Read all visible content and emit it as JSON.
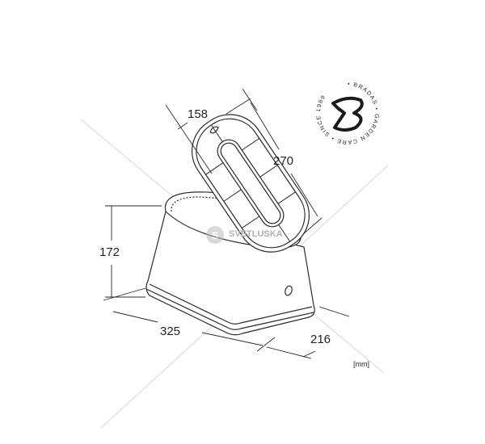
{
  "dimensions": {
    "lid_width": "158",
    "lid_length": "270",
    "height": "172",
    "length": "325",
    "width": "216",
    "unit": "[mm]"
  },
  "logo": {
    "letter": "B",
    "ring_text": "• BRADAS • GARDEN CARE • SINCE 1989"
  },
  "watermark": {
    "text": "SVETLUSKA",
    "letter": "S"
  },
  "colors": {
    "line": "#2a2a2a",
    "guide": "#d0d0d0",
    "watermark": "#b8b8b8"
  }
}
